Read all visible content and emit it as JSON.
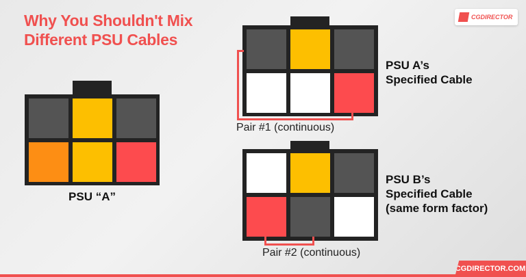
{
  "title": {
    "line1": "Why You Shouldn't Mix",
    "line2": "Different PSU Cables"
  },
  "logo": {
    "text": "CGDIRECTOR"
  },
  "footer": {
    "url": "CGDIRECTOR.COM"
  },
  "colors": {
    "accent": "#f0504f",
    "dark": "#545454",
    "yellow": "#fdbf00",
    "orange": "#fd8e14",
    "red": "#fd4b4e",
    "white": "#ffffff",
    "housing": "#232323"
  },
  "connectors": [
    {
      "label": "PSU “A”",
      "pins": [
        "dark",
        "yellow",
        "dark",
        "orange",
        "yellow",
        "red"
      ]
    },
    {
      "label_line1": "PSU A’s",
      "label_line2": "Specified Cable",
      "pins": [
        "dark",
        "yellow",
        "dark",
        "white",
        "white",
        "red"
      ],
      "pair_label": "Pair #1 (continuous)"
    },
    {
      "label_line1": "PSU B’s",
      "label_line2": "Specified Cable",
      "label_line3": "(same form factor)",
      "pins": [
        "white",
        "yellow",
        "dark",
        "red",
        "dark",
        "white"
      ],
      "pair_label": "Pair #2 (continuous)"
    }
  ]
}
